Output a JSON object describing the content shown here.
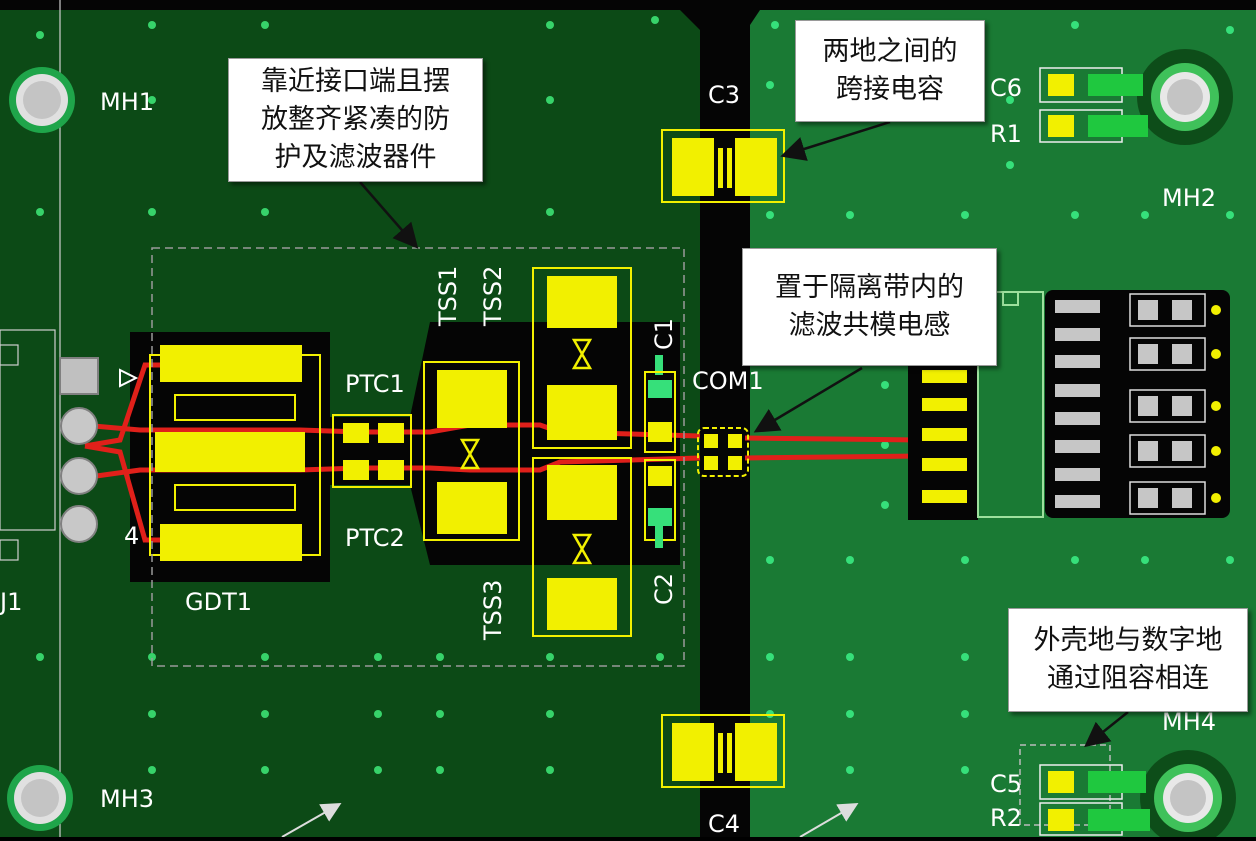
{
  "labels": {
    "mh1": "MH1",
    "mh2": "MH2",
    "mh3": "MH3",
    "mh4": "MH4",
    "c1": "C1",
    "c2": "C2",
    "c3": "C3",
    "c4": "C4",
    "c5": "C5",
    "c6": "C6",
    "r1": "R1",
    "r2": "R2",
    "ptc1": "PTC1",
    "ptc2": "PTC2",
    "tss1": "TSS1",
    "tss2": "TSS2",
    "tss3": "TSS3",
    "gdt1": "GDT1",
    "com1": "COM1",
    "j1": "J1",
    "pin4": "4"
  },
  "callouts": {
    "protection": [
      "靠近接口端且摆",
      "放整齐紧凑的防",
      "护及滤波器件"
    ],
    "bridge_cap": [
      "两地之间的",
      "跨接电容"
    ],
    "common_mode": [
      "置于隔离带内的",
      "滤波共模电感"
    ],
    "chassis_ground": [
      "外壳地与数字地",
      "通过阻容相连"
    ]
  },
  "colors": {
    "board_dark": "#0c4a16",
    "board_light": "#1a7a34",
    "isolation_gap": "#050505",
    "pad": "#f2f000",
    "trace": "#e0201a",
    "via": "#36e07a"
  }
}
